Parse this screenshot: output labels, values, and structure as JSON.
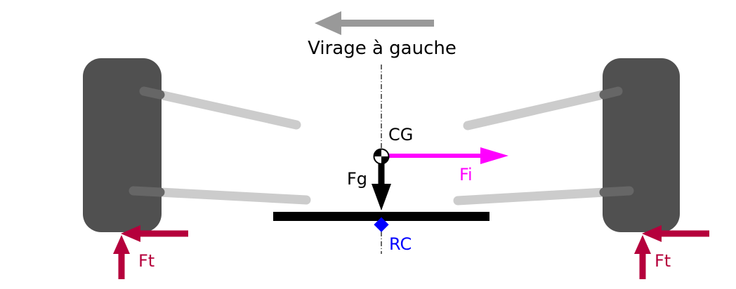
{
  "labels": {
    "direction": "Virage à gauche",
    "cg": "CG",
    "fg": "Fg",
    "fi": "Fi",
    "rc": "RC",
    "ft_left": "Ft",
    "ft_right": "Ft"
  },
  "colors": {
    "tire": "#505050",
    "suspension_arm": "#cccccc",
    "direction_arrow": "#999999",
    "axle_bar": "#000000",
    "gravity_arrow": "#000000",
    "inertia_arrow": "#ff00ff",
    "roll_center": "#0000ff",
    "tire_force": "#b5003c",
    "text": "#000000"
  }
}
